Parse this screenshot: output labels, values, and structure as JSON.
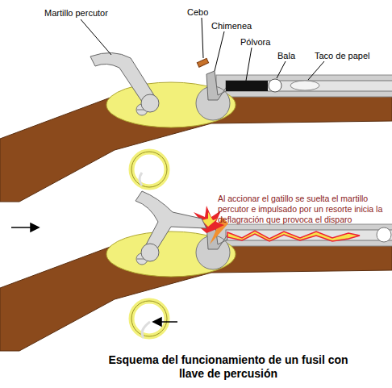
{
  "diagram": {
    "caption": "Esquema del funcionamiento de un fusil con llave de percusión",
    "labels": [
      "Martillo percutor",
      "Cebo",
      "Chimenea",
      "Pólvora",
      "Bala",
      "Taco de papel",
      "Al accionar el gatillo se suelta el martillo percutor e impulsado por un resorte inicia la deflagración que provoca el disparo"
    ]
  }
}
